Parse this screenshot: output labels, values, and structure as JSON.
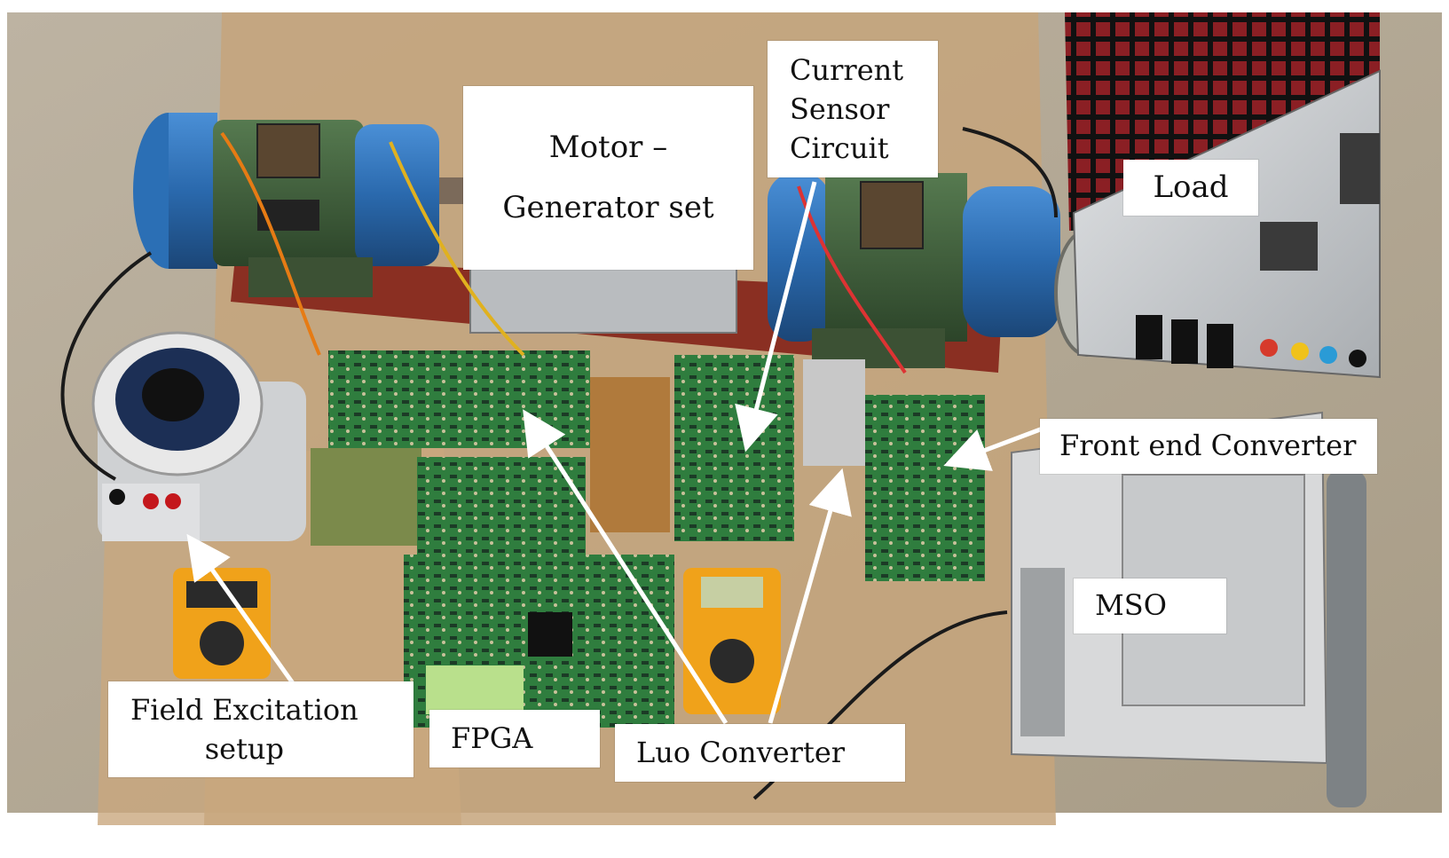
{
  "labels": {
    "motor_line1": "Motor –",
    "motor_line2": "Generator set",
    "current_line1": "Current",
    "current_line2": "Sensor",
    "current_line3": "Circuit",
    "load": "Load",
    "front_end": "Front end Converter",
    "mso": "MSO",
    "field_line1": "Field Excitation",
    "field_line2": "setup",
    "fpga": "FPGA",
    "luo": "Luo Converter"
  },
  "colors": {
    "floor": "#b9ae9a",
    "cardboard": "#c7a57d",
    "motor_blue": "#2b6fb5",
    "motor_green": "#3e5c3b",
    "pcb_green": "#2f7d3e",
    "rail_red": "#8a2f22",
    "equipment_gray": "#c9ccd0",
    "multimeter_yellow": "#f0a21a",
    "arrow": "#ffffff"
  },
  "icons": {
    "motor": "motor-icon",
    "generator": "generator-icon",
    "autotransformer": "variac-icon",
    "oscilloscope": "oscilloscope-icon",
    "multimeter": "multimeter-icon",
    "load_bank": "load-bank-icon"
  }
}
